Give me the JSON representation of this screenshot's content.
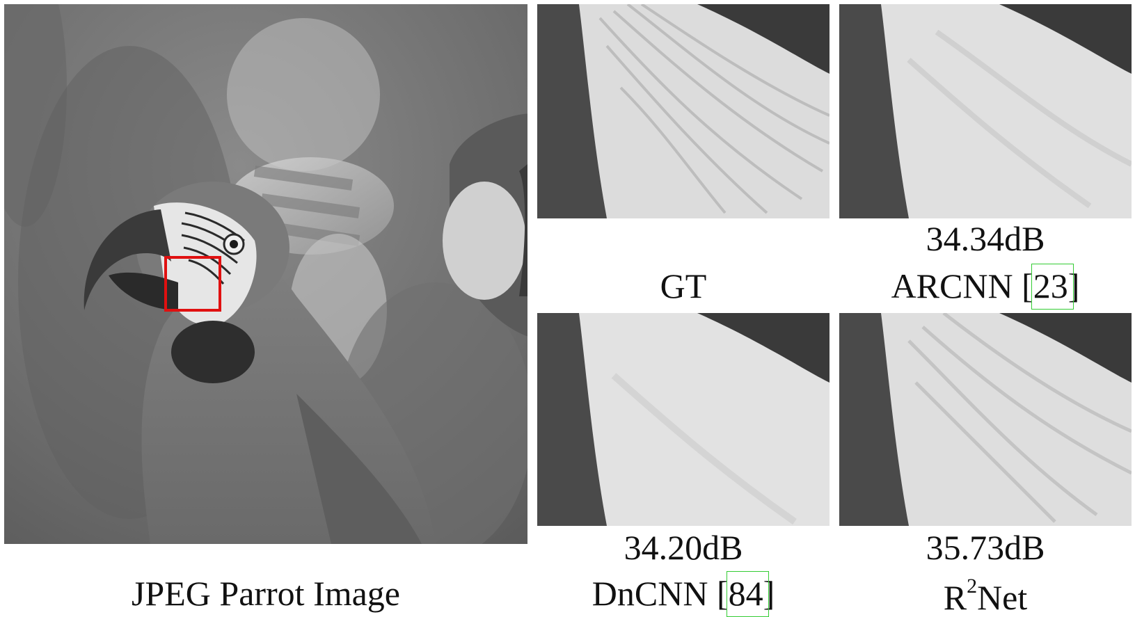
{
  "figure": {
    "main_caption": "JPEG Parrot Image",
    "panels": [
      {
        "name": "GT",
        "psnr": ""
      },
      {
        "name": "ARCNN",
        "psnr": "34.34dB",
        "ref": "23"
      },
      {
        "name": "DnCNN",
        "psnr": "34.20dB",
        "ref": "84"
      },
      {
        "name_base": "R",
        "name_sup": "2",
        "name_rest": "Net",
        "psnr": "35.73dB"
      }
    ]
  },
  "colors": {
    "roi_box": "#e01010",
    "citation_box": "#33cc33"
  }
}
